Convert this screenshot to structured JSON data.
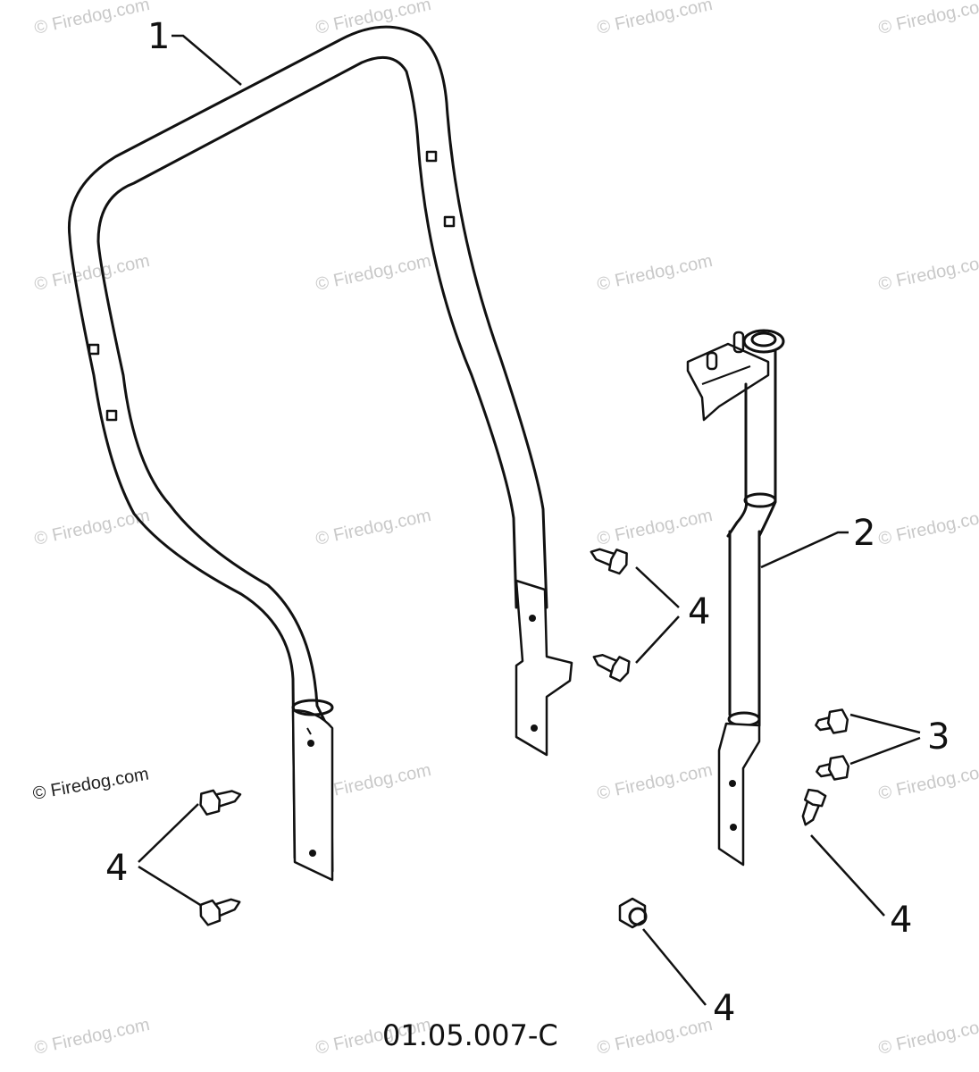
{
  "watermark": "© Firedog.com",
  "watermark_dark": "© Firedog.com",
  "drawing_code": "01.05.007-C",
  "callouts": {
    "part_1": "1",
    "part_2": "2",
    "part_3": "3",
    "part_4_mid": "4",
    "part_4_left": "4",
    "part_4_right": "4",
    "part_4_bottom": "4"
  }
}
